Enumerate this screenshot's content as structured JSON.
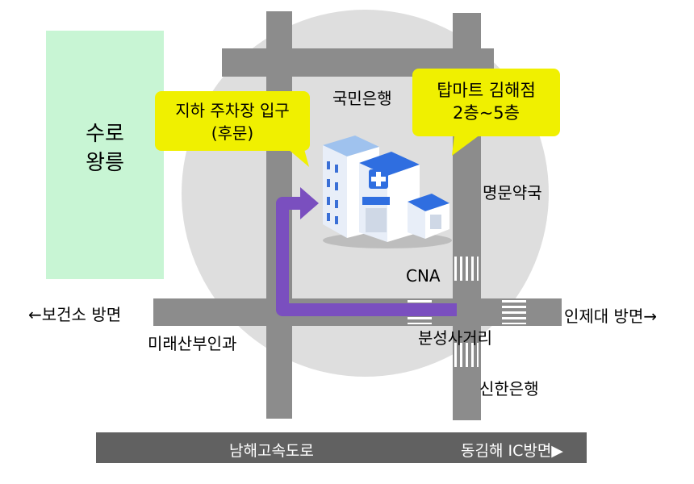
{
  "park": {
    "line1": "수로",
    "line2": "왕릉"
  },
  "callouts": {
    "parking": {
      "line1": "지하 주차장 입구",
      "line2": "(후문)"
    },
    "topmart": {
      "line1": "탑마트 김해점",
      "line2": "2층~5층"
    }
  },
  "landmarks": {
    "kookmin_bank": "국민은행",
    "myungmun_pharmacy": "명문약국",
    "cna": "CNA",
    "mirae_clinic": "미래산부인과",
    "bunseong_intersection": "분성사거리",
    "shinhan_bank": "신한은행"
  },
  "directions": {
    "left": "←보건소 방면",
    "right": "인제대 방면→"
  },
  "highway": {
    "name": "남해고속도로",
    "direction": "동김해 IC방면▶"
  },
  "colors": {
    "road": "#8c8c8c",
    "route": "#7a4fbf",
    "callout": "#f0f000",
    "park": "#c8f5d4",
    "highway": "#616161"
  },
  "icons": {
    "hospital": "hospital-building-icon"
  }
}
